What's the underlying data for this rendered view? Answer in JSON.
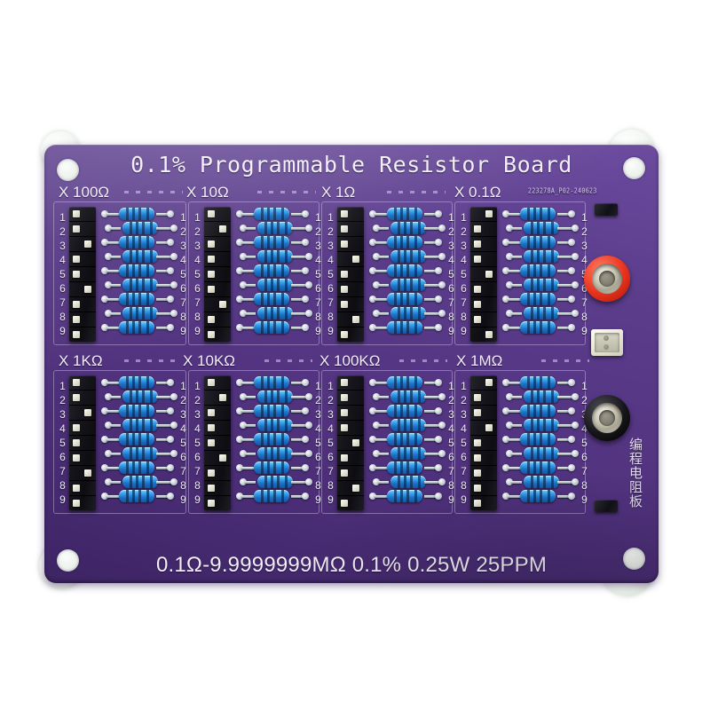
{
  "board": {
    "title": "0.1% Programmable Resistor Board",
    "footer": "0.1Ω-9.9999999MΩ  0.1%  0.25W  25PPM",
    "part_number": "223278A_P02-240623",
    "chinese_text": "编程电阻板",
    "mask_color": "#533481",
    "silkscreen_color": "#f2eef8",
    "resistor_body_color": "#2a8fdd",
    "jack_red_color": "#e8321c",
    "jack_black_color": "#16161a"
  },
  "sections": [
    {
      "label": "X 100Ω",
      "switch_count": 9,
      "resistor_count": 9
    },
    {
      "label": "X 10Ω",
      "switch_count": 9,
      "resistor_count": 9
    },
    {
      "label": "X 1Ω",
      "switch_count": 9,
      "resistor_count": 9
    },
    {
      "label": "X 0.1Ω",
      "switch_count": 9,
      "resistor_count": 9
    },
    {
      "label": "X 1KΩ",
      "switch_count": 9,
      "resistor_count": 9
    },
    {
      "label": "X 10KΩ",
      "switch_count": 9,
      "resistor_count": 9
    },
    {
      "label": "X 100KΩ",
      "switch_count": 9,
      "resistor_count": 9
    },
    {
      "label": "X 1MΩ",
      "switch_count": 9,
      "resistor_count": 9
    }
  ],
  "switch_numbers": [
    "1",
    "2",
    "3",
    "4",
    "5",
    "6",
    "7",
    "8",
    "9"
  ],
  "connectors": [
    {
      "name": "banana-jack-red",
      "color": "#e8321c"
    },
    {
      "name": "jst-connector",
      "color": "#eeecdd"
    },
    {
      "name": "banana-jack-black",
      "color": "#16161a"
    }
  ]
}
